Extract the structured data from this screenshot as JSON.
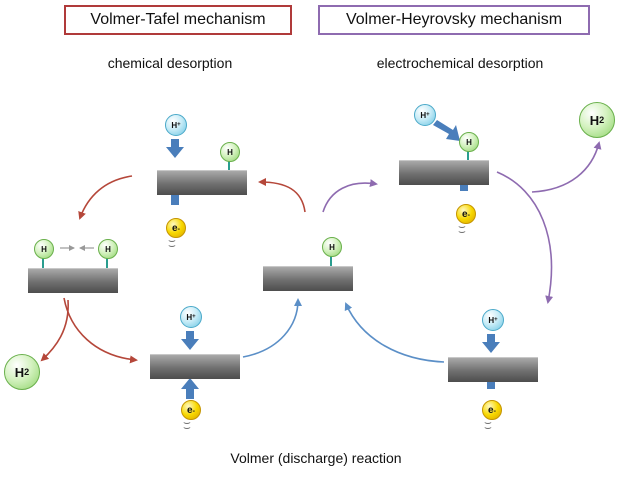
{
  "titles": {
    "volmer_tafel": "Volmer-Tafel mechanism",
    "volmer_heyrovsky": "Volmer-Heyrovsky mechanism"
  },
  "subtitles": {
    "chemical": "chemical desorption",
    "electrochemical": "electrochemical desorption"
  },
  "bottom_label": "Volmer (discharge) reaction",
  "species": {
    "h_atom": "H",
    "proton": "H",
    "proton_charge": "+",
    "electron": "e",
    "electron_charge": "-",
    "h2": "H",
    "h2_subscript": "2"
  },
  "colors": {
    "tafel_border": "#b03a3a",
    "heyrovsky_border": "#8e6bb0",
    "tafel_arrow": "#b5473a",
    "heyrovsky_arrow": "#8e6bb0",
    "volmer_arrow": "#5b8fc7",
    "block_arrow": "#4a7ebb"
  }
}
